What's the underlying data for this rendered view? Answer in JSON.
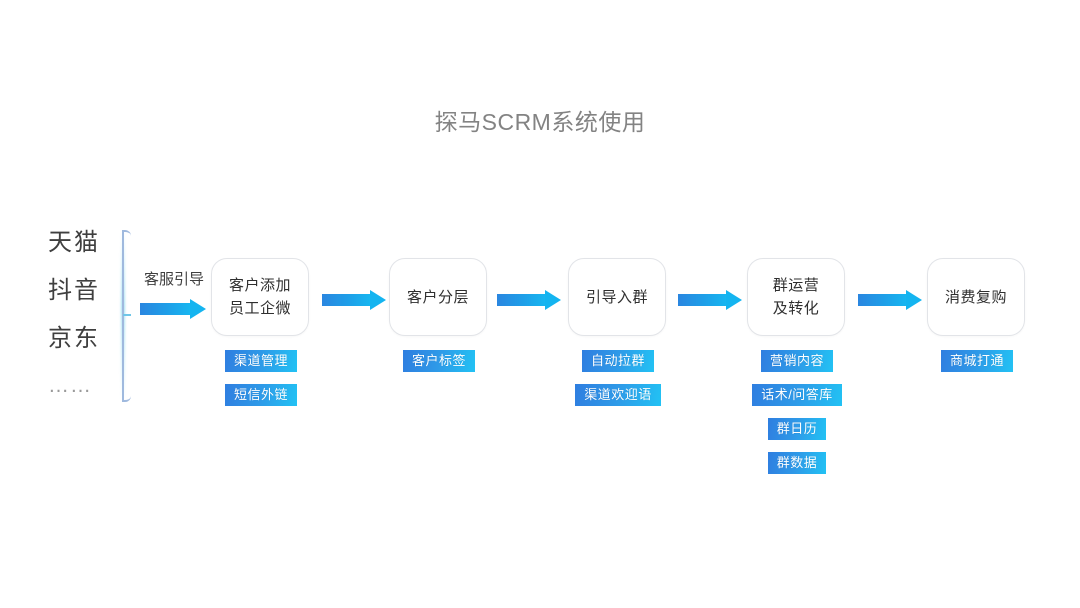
{
  "title": "探马SCRM系统使用",
  "sources": {
    "label": "traffic-sources",
    "items": [
      "天猫",
      "抖音",
      "京东",
      "……"
    ]
  },
  "entry_arrow": {
    "label": "客服引导"
  },
  "colors": {
    "arrow_start": "#2a86e0",
    "arrow_end": "#14b4f0",
    "tag_start": "#2f7ee0",
    "tag_end": "#22c2f4",
    "box_border": "#e2e4e8",
    "title_text": "#838383",
    "bracket": "#9fb9de",
    "background": "#ffffff"
  },
  "stages": [
    {
      "lines": [
        "客户添加",
        "员工企微"
      ],
      "tags": [
        "渠道管理",
        "短信外链"
      ]
    },
    {
      "lines": [
        "客户分层"
      ],
      "tags": [
        "客户标签"
      ]
    },
    {
      "lines": [
        "引导入群"
      ],
      "tags": [
        "自动拉群",
        "渠道欢迎语"
      ]
    },
    {
      "lines": [
        "群运营",
        "及转化"
      ],
      "tags": [
        "营销内容",
        "话术/问答库",
        "群日历",
        "群数据"
      ]
    },
    {
      "lines": [
        "消费复购"
      ],
      "tags": [
        "商城打通"
      ]
    }
  ]
}
